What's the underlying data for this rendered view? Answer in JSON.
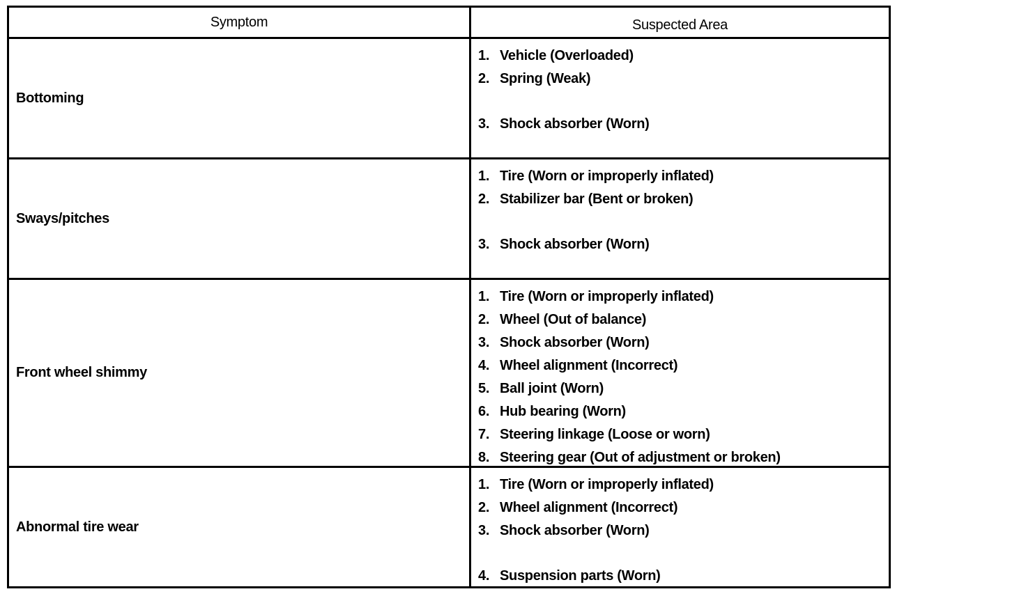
{
  "table": {
    "headers": {
      "symptom": "Symptom",
      "suspected_area": "Suspected Area"
    },
    "rows": [
      {
        "symptom": "Bottoming",
        "items": [
          {
            "num": "1.",
            "text": "Vehicle (Overloaded)"
          },
          {
            "num": "2.",
            "text": "Spring (Weak)"
          },
          {
            "num": "3.",
            "text": "Shock absorber (Worn)"
          }
        ]
      },
      {
        "symptom": "Sways/pitches",
        "items": [
          {
            "num": "1.",
            "text": "Tire (Worn or improperly inflated)"
          },
          {
            "num": "2.",
            "text": "Stabilizer bar (Bent or broken)"
          },
          {
            "num": "3.",
            "text": "Shock absorber (Worn)"
          }
        ]
      },
      {
        "symptom": "Front wheel shimmy",
        "items": [
          {
            "num": "1.",
            "text": "Tire (Worn or improperly inflated)"
          },
          {
            "num": "2.",
            "text": "Wheel (Out of balance)"
          },
          {
            "num": "3.",
            "text": "Shock absorber (Worn)"
          },
          {
            "num": "4.",
            "text": "Wheel alignment (Incorrect)"
          },
          {
            "num": "5.",
            "text": "Ball joint (Worn)"
          },
          {
            "num": "6.",
            "text": "Hub bearing (Worn)"
          },
          {
            "num": "7.",
            "text": "Steering linkage (Loose or worn)"
          },
          {
            "num": "8.",
            "text": "Steering gear (Out of adjustment or broken)"
          }
        ]
      },
      {
        "symptom": "Abnormal tire wear",
        "items": [
          {
            "num": "1.",
            "text": "Tire (Worn or improperly inflated)"
          },
          {
            "num": "2.",
            "text": "Wheel alignment (Incorrect)"
          },
          {
            "num": "3.",
            "text": "Shock absorber (Worn)"
          },
          {
            "num": "4.",
            "text": "Suspension parts (Worn)"
          }
        ]
      }
    ]
  }
}
